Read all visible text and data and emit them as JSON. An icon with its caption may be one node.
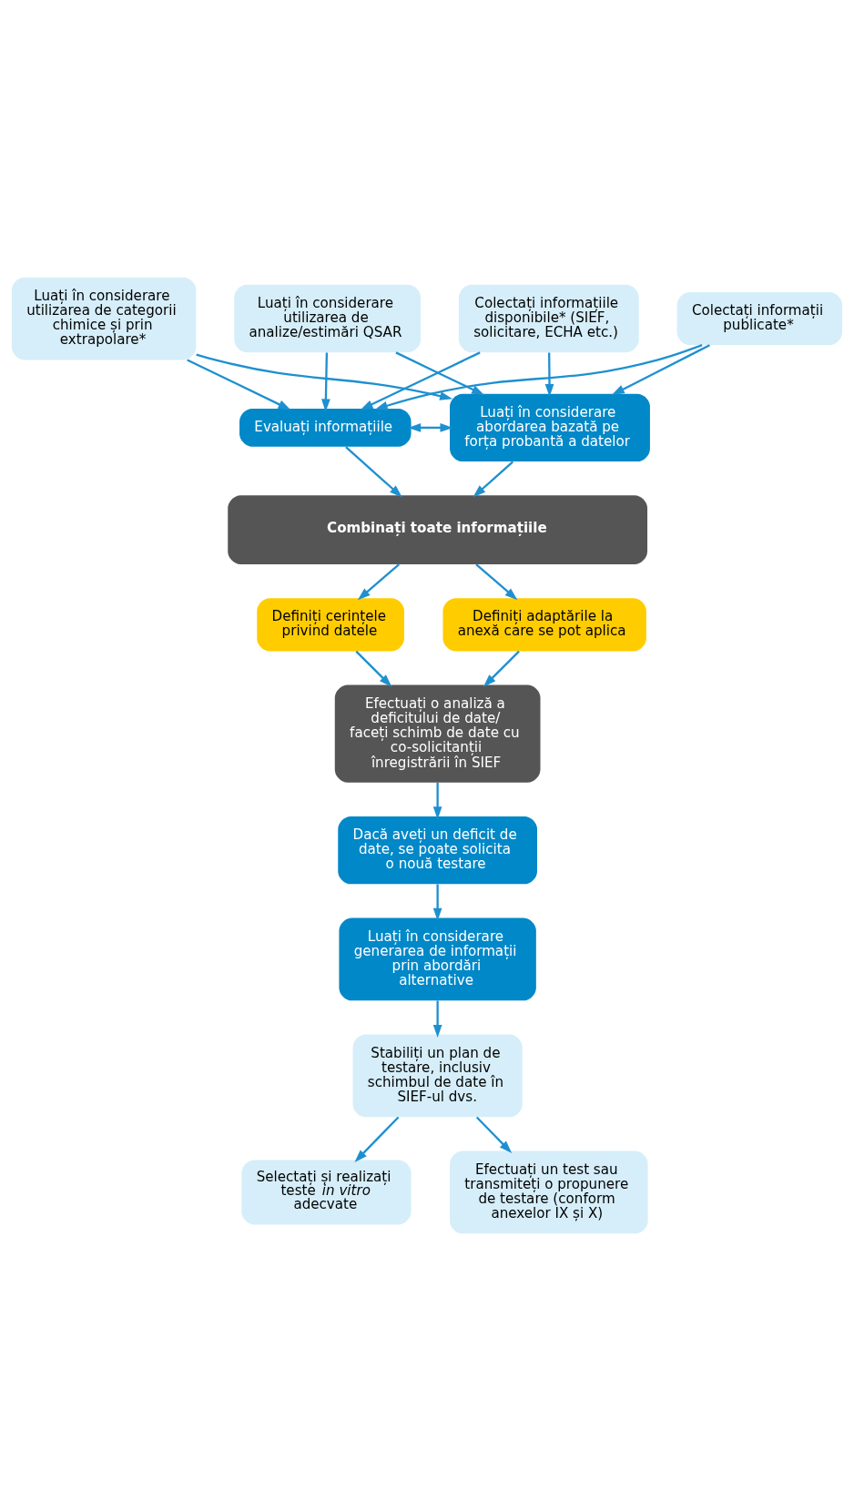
{
  "diagram": {
    "nodes": [
      {
        "text": [
          "Colectați informațiile disponibile* (SIEF, solicitare, ECHA etc.)"
        ]
      },
      {
        "text": [
          "Colectați informații publicate*"
        ]
      },
      {
        "text": [
          "Luați în considerare utilizarea de categorii chimice și prin extrapolare*"
        ]
      },
      {
        "text": [
          "Luați în considerare utilizarea de analize/estimări QSAR"
        ]
      },
      {
        "text": [
          "Evaluați informațiile"
        ]
      },
      {
        "text": [
          "Luați în considerare abordarea bazată pe forța probantă a datelor"
        ]
      },
      {
        "text": [
          "Combinați toate informațiile"
        ]
      },
      {
        "text": [
          "Definiți cerințele privind datele"
        ]
      },
      {
        "text": [
          "Definiți adaptările la anexă care se pot aplica"
        ]
      },
      {
        "text": [
          "Efectuați o analiză a deficitului de date/ faceți schimb de date cu co-solicitanții înregistrării în SIEF"
        ]
      },
      {
        "text": [
          "Dacă aveți un deficit de date, se poate solicita o nouă testare"
        ]
      },
      {
        "text": [
          "Luați în considerare generarea de informații prin abordări alternative"
        ]
      },
      {
        "text": [
          "Stabiliți un plan de testare, inclusiv schimbul de date în SIEF-ul dvs."
        ]
      },
      {
        "text": [
          "Selectați și realizați teste *in vitro* adecvate"
        ]
      },
      {
        "text": [
          "Efectuați un test sau transmiteți o propunere de testare (conform anexelor IX și X)"
        ]
      }
    ],
    "edges": [
      {
        "from": 0,
        "to": 4,
        "arrow": "to"
      },
      {
        "from": 0,
        "to": 5,
        "arrow": "to"
      },
      {
        "from": 1,
        "to": 4,
        "arrow": "to"
      },
      {
        "from": 1,
        "to": 5,
        "arrow": "to"
      },
      {
        "from": 2,
        "to": 4,
        "arrow": "to"
      },
      {
        "from": 2,
        "to": 5,
        "arrow": "to"
      },
      {
        "from": 3,
        "to": 4,
        "arrow": "to"
      },
      {
        "from": 3,
        "to": 5,
        "arrow": "to"
      },
      {
        "from": 4,
        "to": 5,
        "arrow": "both"
      },
      {
        "from": 4,
        "to": 6,
        "arrow": "to"
      },
      {
        "from": 5,
        "to": 6,
        "arrow": "to"
      },
      {
        "from": 6,
        "to": 7,
        "arrow": "to"
      },
      {
        "from": 6,
        "to": 8,
        "arrow": "to"
      },
      {
        "from": 7,
        "to": 9,
        "arrow": "to"
      },
      {
        "from": 8,
        "to": 9,
        "arrow": "to"
      },
      {
        "from": 9,
        "to": 10,
        "arrow": "to"
      },
      {
        "from": 10,
        "to": 11,
        "arrow": "to"
      },
      {
        "from": 11,
        "to": 12,
        "arrow": "to"
      },
      {
        "from": 12,
        "to": 13,
        "arrow": "to"
      },
      {
        "from": 12,
        "to": 14,
        "arrow": "to"
      }
    ]
  }
}
